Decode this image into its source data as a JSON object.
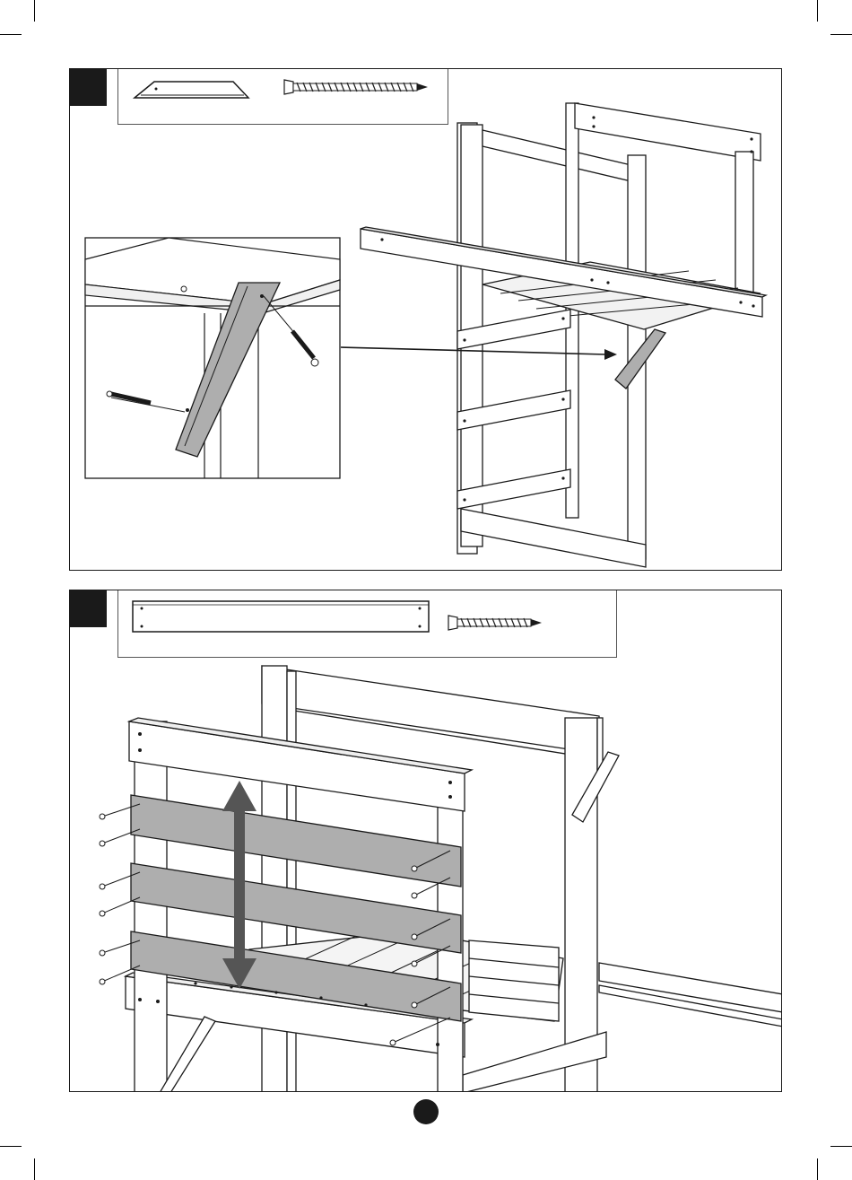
{
  "page": {
    "number": ""
  },
  "steps": [
    {
      "badge": "",
      "parts": [
        "diagonal-brace",
        "screw"
      ],
      "callout": "detail-zoom"
    },
    {
      "badge": "",
      "parts": [
        "long-plank",
        "screw"
      ],
      "callout": "rail-adjust-arrow"
    }
  ],
  "colors": {
    "line": "#1a1a1a",
    "highlight": "#aeaeae",
    "badge": "#1a1a1a"
  }
}
